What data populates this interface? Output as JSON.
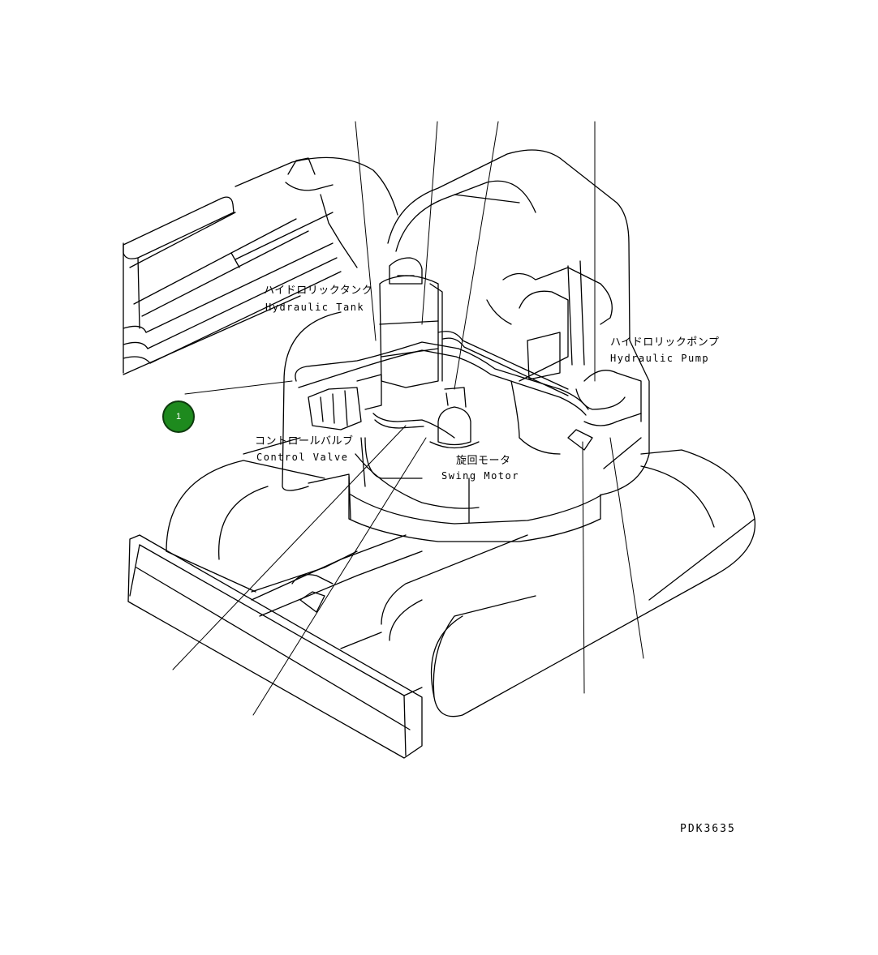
{
  "callout": {
    "number": "1",
    "color": "#1e8a1e"
  },
  "labels": {
    "hydraulic_tank_jp": "ハイドロリックタンク",
    "hydraulic_tank_en": "Hydraulic Tank",
    "hydraulic_pump_jp": "ハイドロリックポンプ",
    "hydraulic_pump_en": "Hydraulic Pump",
    "control_valve_jp": "コントロールバルブ",
    "control_valve_en": "Control Valve",
    "swing_motor_jp": "旋回モータ",
    "swing_motor_en": "Swing Motor"
  },
  "drawing_code": "PDK3635"
}
